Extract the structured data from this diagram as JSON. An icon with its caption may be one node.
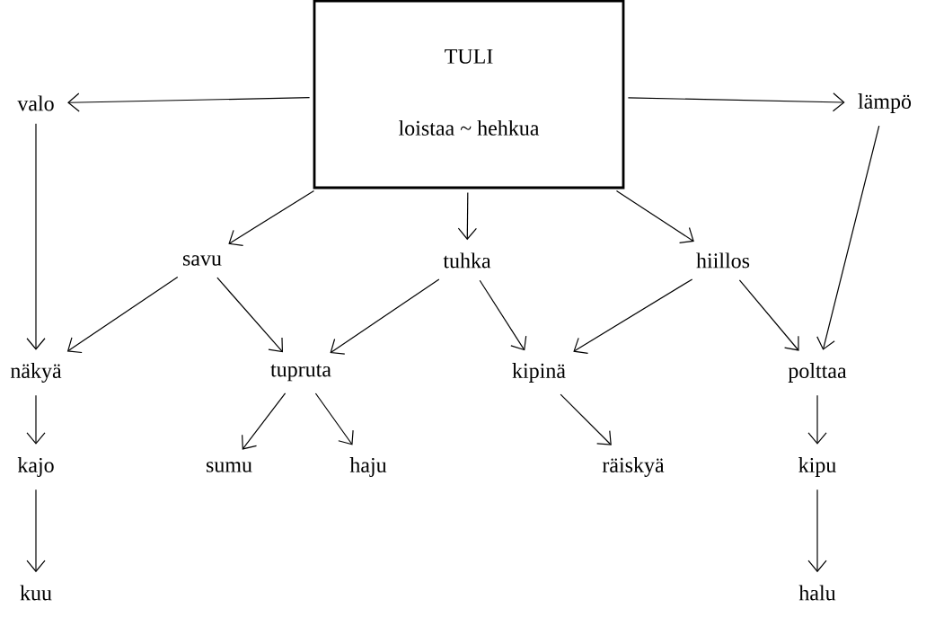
{
  "diagram": {
    "nodes": [
      {
        "text": [
          "TULI",
          "loistaa ~ hehkua"
        ]
      },
      {
        "text": [
          "valo"
        ]
      },
      {
        "text": [
          "lämpö"
        ]
      },
      {
        "text": [
          "savu"
        ]
      },
      {
        "text": [
          "tuhka"
        ]
      },
      {
        "text": [
          "hiillos"
        ]
      },
      {
        "text": [
          "näkyä"
        ]
      },
      {
        "text": [
          "tupruta"
        ]
      },
      {
        "text": [
          "kipinä"
        ]
      },
      {
        "text": [
          "polttaa"
        ]
      },
      {
        "text": [
          "kajo"
        ]
      },
      {
        "text": [
          "sumu"
        ]
      },
      {
        "text": [
          "haju"
        ]
      },
      {
        "text": [
          "räiskyä"
        ]
      },
      {
        "text": [
          "kipu"
        ]
      },
      {
        "text": [
          "kuu"
        ]
      },
      {
        "text": [
          "halu"
        ]
      }
    ],
    "edges": [
      {
        "from": 0,
        "to": 1,
        "arrow": "to"
      },
      {
        "from": 0,
        "to": 2,
        "arrow": "to"
      },
      {
        "from": 0,
        "to": 3,
        "arrow": "to"
      },
      {
        "from": 0,
        "to": 4,
        "arrow": "to"
      },
      {
        "from": 0,
        "to": 5,
        "arrow": "to"
      },
      {
        "from": 1,
        "to": 6,
        "arrow": "to"
      },
      {
        "from": 2,
        "to": 9,
        "arrow": "to"
      },
      {
        "from": 3,
        "to": 6,
        "arrow": "to"
      },
      {
        "from": 3,
        "to": 7,
        "arrow": "to"
      },
      {
        "from": 4,
        "to": 7,
        "arrow": "to"
      },
      {
        "from": 4,
        "to": 8,
        "arrow": "to"
      },
      {
        "from": 5,
        "to": 8,
        "arrow": "to"
      },
      {
        "from": 5,
        "to": 9,
        "arrow": "to"
      },
      {
        "from": 6,
        "to": 10,
        "arrow": "to"
      },
      {
        "from": 7,
        "to": 11,
        "arrow": "to"
      },
      {
        "from": 7,
        "to": 12,
        "arrow": "to"
      },
      {
        "from": 8,
        "to": 13,
        "arrow": "to"
      },
      {
        "from": 9,
        "to": 14,
        "arrow": "to"
      },
      {
        "from": 10,
        "to": 15,
        "arrow": "to"
      },
      {
        "from": 14,
        "to": 16,
        "arrow": "to"
      }
    ]
  }
}
